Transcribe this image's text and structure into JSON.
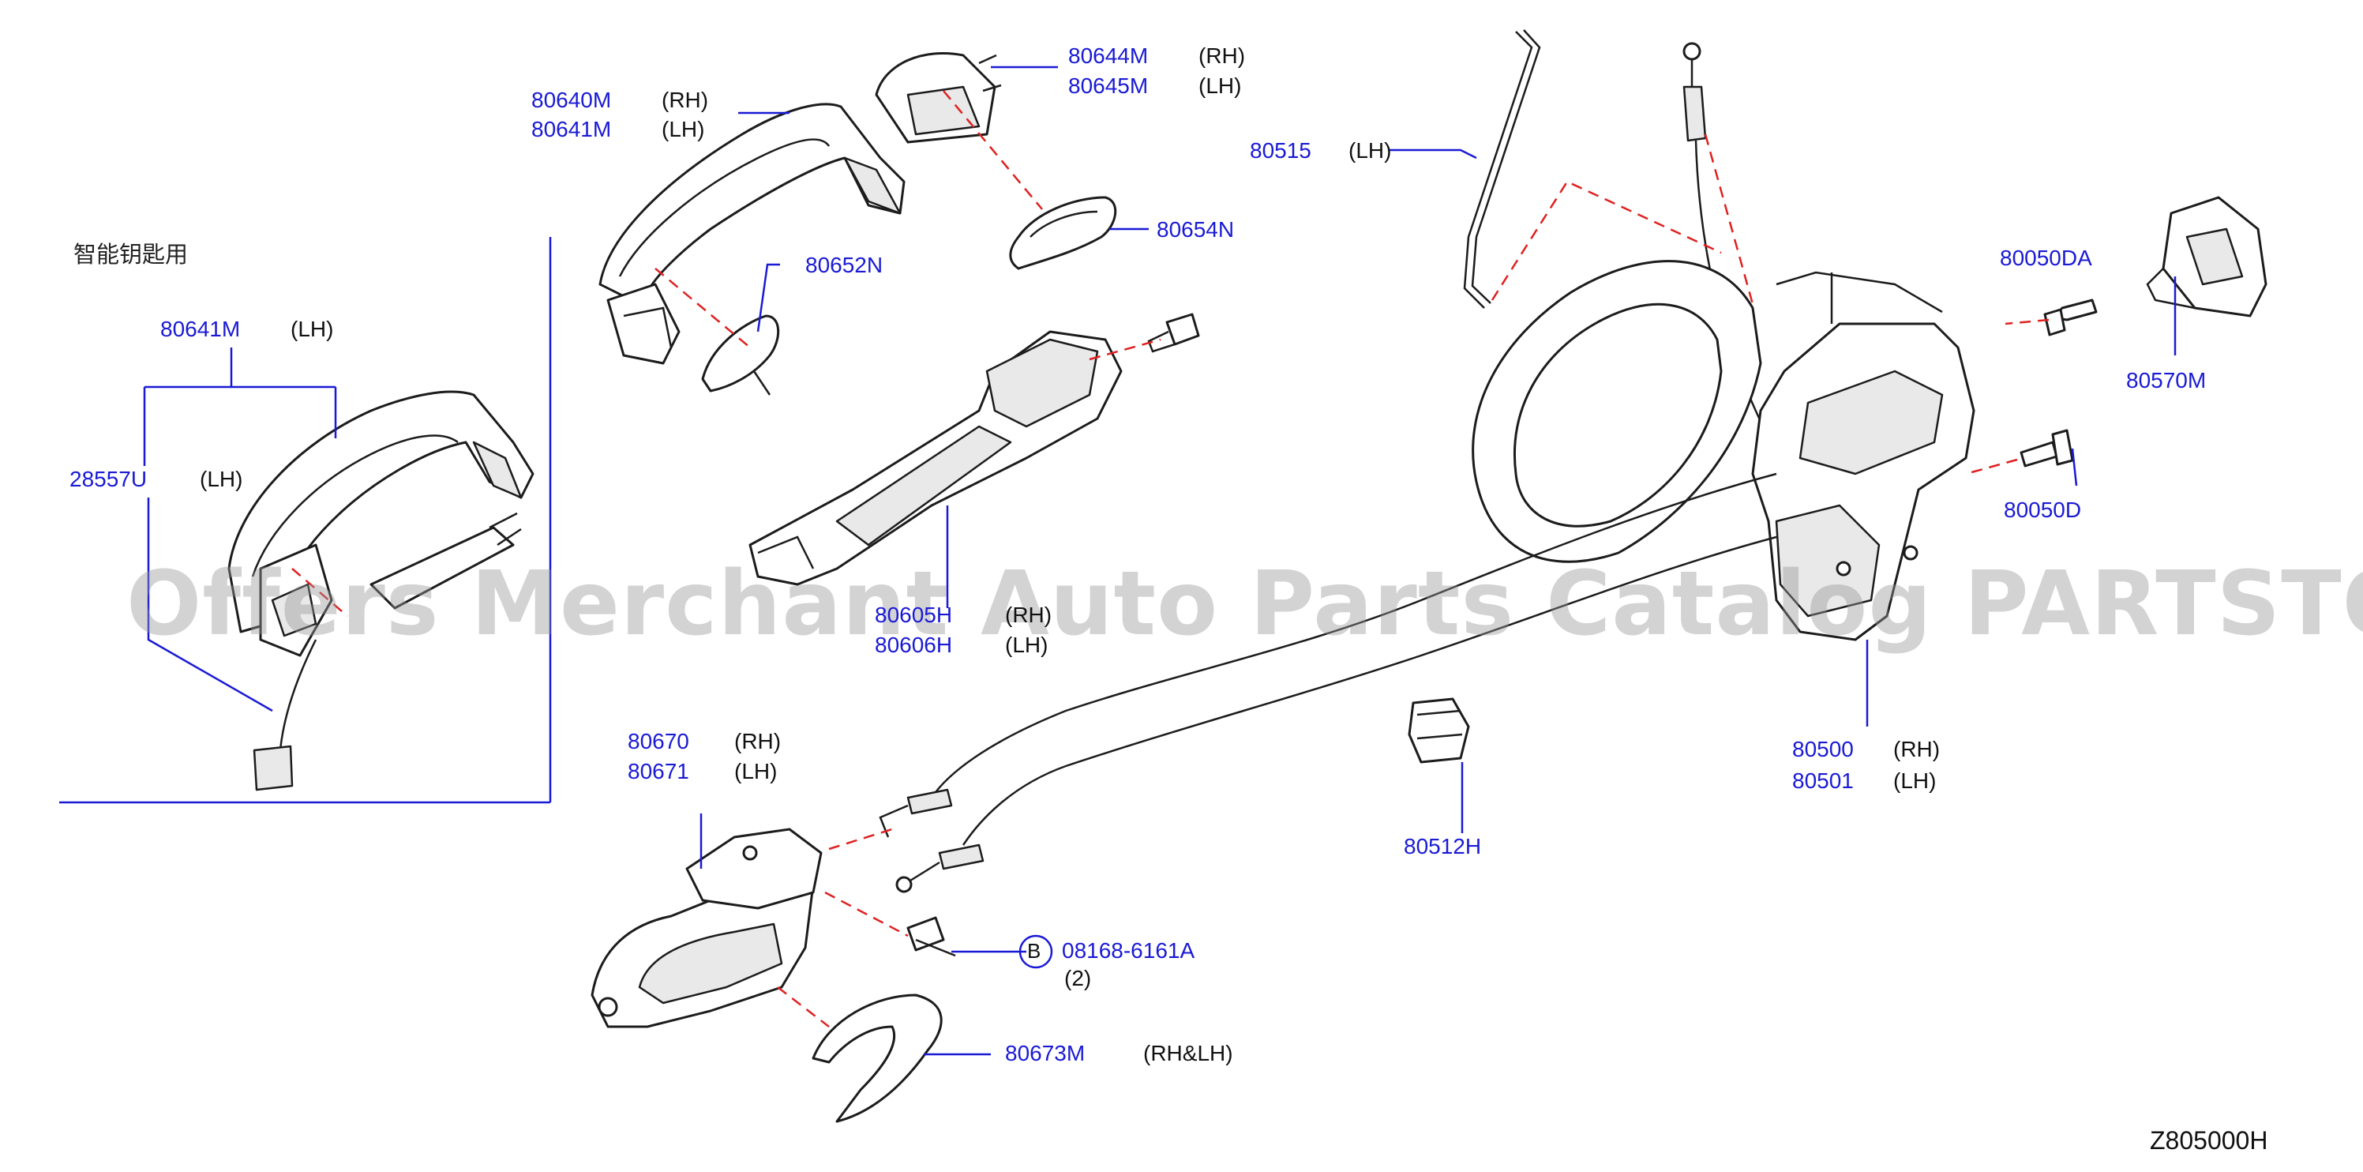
{
  "diagram": {
    "note_cn": "智能钥匙用",
    "watermark": "Offers Merchant Auto Parts Catalog PARTSTORE.SA",
    "diagram_code": "Z805000H",
    "callout_letter": "B",
    "parts": [
      {
        "id": "p80640M",
        "number": "80640M",
        "side": "(RH)"
      },
      {
        "id": "p80641M",
        "number": "80641M",
        "side": "(LH)"
      },
      {
        "id": "p80644M",
        "number": "80644M",
        "side": "(RH)"
      },
      {
        "id": "p80645M",
        "number": "80645M",
        "side": "(LH)"
      },
      {
        "id": "p80515",
        "number": "80515",
        "side": "(LH)"
      },
      {
        "id": "p80654N",
        "number": "80654N",
        "side": ""
      },
      {
        "id": "p80652N",
        "number": "80652N",
        "side": ""
      },
      {
        "id": "p80050DA",
        "number": "80050DA",
        "side": ""
      },
      {
        "id": "p80570M",
        "number": "80570M",
        "side": ""
      },
      {
        "id": "p80050D",
        "number": "80050D",
        "side": ""
      },
      {
        "id": "p80641M_sk",
        "number": "80641M",
        "side": "(LH)"
      },
      {
        "id": "p28557U",
        "number": "28557U",
        "side": "(LH)"
      },
      {
        "id": "p80605H",
        "number": "80605H",
        "side": "(RH)"
      },
      {
        "id": "p80606H",
        "number": "80606H",
        "side": "(LH)"
      },
      {
        "id": "p80500",
        "number": "80500",
        "side": "(RH)"
      },
      {
        "id": "p80501",
        "number": "80501",
        "side": "(LH)"
      },
      {
        "id": "p80512H",
        "number": "80512H",
        "side": ""
      },
      {
        "id": "p80670",
        "number": "80670",
        "side": "(RH)"
      },
      {
        "id": "p80671",
        "number": "80671",
        "side": "(LH)"
      },
      {
        "id": "p08168",
        "number": "08168-6161A",
        "side": ""
      },
      {
        "id": "p08168q",
        "number": "",
        "side": "(2)"
      },
      {
        "id": "p80673M",
        "number": "80673M",
        "side": "(RH&LH)"
      }
    ]
  }
}
